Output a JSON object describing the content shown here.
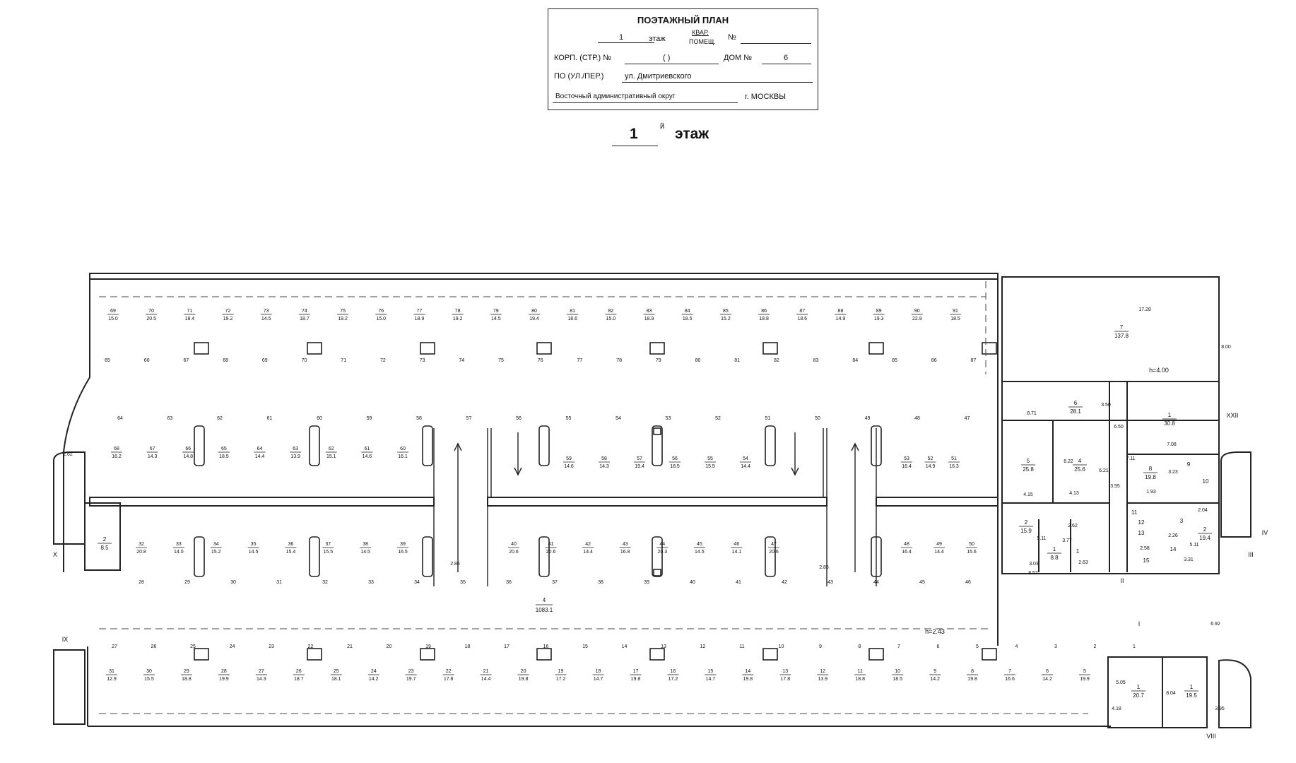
{
  "stamp": {
    "title": "ПОЭТАЖНЫЙ ПЛАН",
    "floor_no": "1",
    "floor_word": "этаж",
    "kvar": "КВАР.",
    "pomesh": "ПОМЕЩ.",
    "no_sign": "№",
    "korp": "КОРП. (СТР.) №",
    "paren": "(          )",
    "dom": "ДОМ №",
    "dom_no": "6",
    "street_label": "ПО (УЛ./ПЕР.)",
    "street": "ул. Дмитриевского",
    "district": "Восточный административный округ",
    "city": "г. МОСКВЫ"
  },
  "floor_title": {
    "num": "1",
    "sup": "й",
    "word": "этаж"
  },
  "heights": {
    "h_top": "h=4.00",
    "h_main": "h=2.43"
  },
  "central_hall": {
    "num": "4",
    "area": "1083.1"
  },
  "stair_labels": [
    "I",
    "II",
    "III",
    "IV",
    "VIII",
    "IX",
    "X",
    "XXII"
  ],
  "spaces_row_top": [
    {
      "n": "69",
      "a": "15.0"
    },
    {
      "n": "70",
      "a": "20.5"
    },
    {
      "n": "71",
      "a": "18.4"
    },
    {
      "n": "72",
      "a": "19.2"
    },
    {
      "n": "73",
      "a": "14.5"
    },
    {
      "n": "74",
      "a": "18.7"
    },
    {
      "n": "75",
      "a": "19.2"
    },
    {
      "n": "76",
      "a": "15.0"
    },
    {
      "n": "77",
      "a": "18.9"
    },
    {
      "n": "78",
      "a": "19.2"
    },
    {
      "n": "79",
      "a": "14.5"
    },
    {
      "n": "80",
      "a": "19.4"
    },
    {
      "n": "81",
      "a": "18.6"
    },
    {
      "n": "82",
      "a": "15.0"
    },
    {
      "n": "83",
      "a": "18.9"
    },
    {
      "n": "84",
      "a": "18.5"
    },
    {
      "n": "85",
      "a": "15.2"
    },
    {
      "n": "86",
      "a": "18.8"
    },
    {
      "n": "87",
      "a": "18.6"
    },
    {
      "n": "88",
      "a": "14.9"
    },
    {
      "n": "89",
      "a": "19.3"
    },
    {
      "n": "90",
      "a": "22.9"
    },
    {
      "n": "91",
      "a": "18.5"
    }
  ],
  "spaces_row_mid_upper": [
    {
      "n": "68",
      "a": "16.2"
    },
    {
      "n": "67",
      "a": "14.3"
    },
    {
      "n": "66",
      "a": "14.8"
    },
    {
      "n": "65",
      "a": "18.5"
    },
    {
      "n": "64",
      "a": "14.4"
    },
    {
      "n": "63",
      "a": "13.9"
    },
    {
      "n": "62",
      "a": "15.1"
    },
    {
      "n": "61",
      "a": "14.6"
    },
    {
      "n": "60",
      "a": "16.1"
    },
    {
      "n": "59",
      "a": "14.6"
    },
    {
      "n": "58",
      "a": "14.3"
    },
    {
      "n": "57",
      "a": "19.4"
    },
    {
      "n": "56",
      "a": "18.5"
    },
    {
      "n": "55",
      "a": "15.5"
    },
    {
      "n": "54",
      "a": "14.4"
    },
    {
      "n": "53",
      "a": "16.4"
    },
    {
      "n": "52",
      "a": "14.9"
    },
    {
      "n": "51",
      "a": "16.3"
    }
  ],
  "spaces_row_mid_lower": [
    {
      "n": "32",
      "a": "20.8"
    },
    {
      "n": "33",
      "a": "14.0"
    },
    {
      "n": "34",
      "a": "15.2"
    },
    {
      "n": "35",
      "a": "14.5"
    },
    {
      "n": "36",
      "a": "15.4"
    },
    {
      "n": "37",
      "a": "15.5"
    },
    {
      "n": "38",
      "a": "14.5"
    },
    {
      "n": "39",
      "a": "16.5"
    },
    {
      "n": "40",
      "a": "20.6"
    },
    {
      "n": "41",
      "a": "20.6"
    },
    {
      "n": "42",
      "a": "14.4"
    },
    {
      "n": "43",
      "a": "16.8"
    },
    {
      "n": "44",
      "a": "20.3"
    },
    {
      "n": "45",
      "a": "14.5"
    },
    {
      "n": "46",
      "a": "14.1"
    },
    {
      "n": "47",
      "a": "20.6"
    },
    {
      "n": "48",
      "a": "16.4"
    },
    {
      "n": "49",
      "a": "14.4"
    },
    {
      "n": "50",
      "a": "15.6"
    }
  ],
  "spaces_row_bottom": [
    {
      "n": "31",
      "a": "12.9"
    },
    {
      "n": "30",
      "a": "15.5"
    },
    {
      "n": "29",
      "a": "18.8"
    },
    {
      "n": "28",
      "a": "19.9"
    },
    {
      "n": "27",
      "a": "14.3"
    },
    {
      "n": "26",
      "a": "18.7"
    },
    {
      "n": "25",
      "a": "18.1"
    },
    {
      "n": "24",
      "a": "14.2"
    },
    {
      "n": "23",
      "a": "19.7"
    },
    {
      "n": "22",
      "a": "17.8"
    },
    {
      "n": "21",
      "a": "14.4"
    },
    {
      "n": "20",
      "a": "19.8"
    },
    {
      "n": "19",
      "a": "17.2"
    },
    {
      "n": "18",
      "a": "14.7"
    },
    {
      "n": "17",
      "a": "19.8"
    },
    {
      "n": "16",
      "a": "17.2"
    },
    {
      "n": "15",
      "a": "14.7"
    },
    {
      "n": "14",
      "a": "19.8"
    },
    {
      "n": "13",
      "a": "17.8"
    },
    {
      "n": "12",
      "a": "13.9"
    },
    {
      "n": "11",
      "a": "18.8"
    },
    {
      "n": "10",
      "a": "18.5"
    },
    {
      "n": "9",
      "a": "14.2"
    },
    {
      "n": "8",
      "a": "19.8"
    },
    {
      "n": "7",
      "a": "16.6"
    },
    {
      "n": "6",
      "a": "14.2"
    },
    {
      "n": "5",
      "a": "19.9"
    }
  ],
  "rooms": [
    {
      "n": "7",
      "a": "137.8"
    },
    {
      "n": "6",
      "a": "28.1"
    },
    {
      "n": "1",
      "a": "30.8"
    },
    {
      "n": "5",
      "a": "25.8"
    },
    {
      "n": "4",
      "a": "25.6"
    },
    {
      "n": "8",
      "a": "19.8"
    },
    {
      "n": "2",
      "a": "15.9"
    },
    {
      "n": "1",
      "a": "8.8"
    },
    {
      "n": "2",
      "a": "19.4"
    },
    {
      "n": "1",
      "a": "20.7"
    },
    {
      "n": "1",
      "a": "19.5"
    },
    {
      "n": "2",
      "a": "8.5"
    },
    {
      "n": "1",
      "a": ""
    },
    {
      "n": "14",
      "a": ""
    },
    {
      "n": "15",
      "a": ""
    },
    {
      "n": "11",
      "a": ""
    },
    {
      "n": "12",
      "a": ""
    },
    {
      "n": "13",
      "a": ""
    },
    {
      "n": "9",
      "a": ""
    },
    {
      "n": "10",
      "a": ""
    },
    {
      "n": "3",
      "a": ""
    }
  ],
  "dims": [
    "17.28",
    "8.00",
    "8.71",
    "3.50",
    "6.50",
    "7.08",
    "6.22",
    "6.21",
    "4.15",
    "4.13",
    "7.11",
    "3.55",
    "3.23",
    "1.93",
    "2.04",
    "2.58",
    "2.26",
    "5.11",
    "3.31",
    "5.11",
    "2.62",
    "3.77",
    "2.63",
    "3.03",
    "8.57",
    "2.86",
    "2.85",
    "2.62",
    "6.92",
    "5.05",
    "8.04",
    "4.18",
    "3.95"
  ]
}
